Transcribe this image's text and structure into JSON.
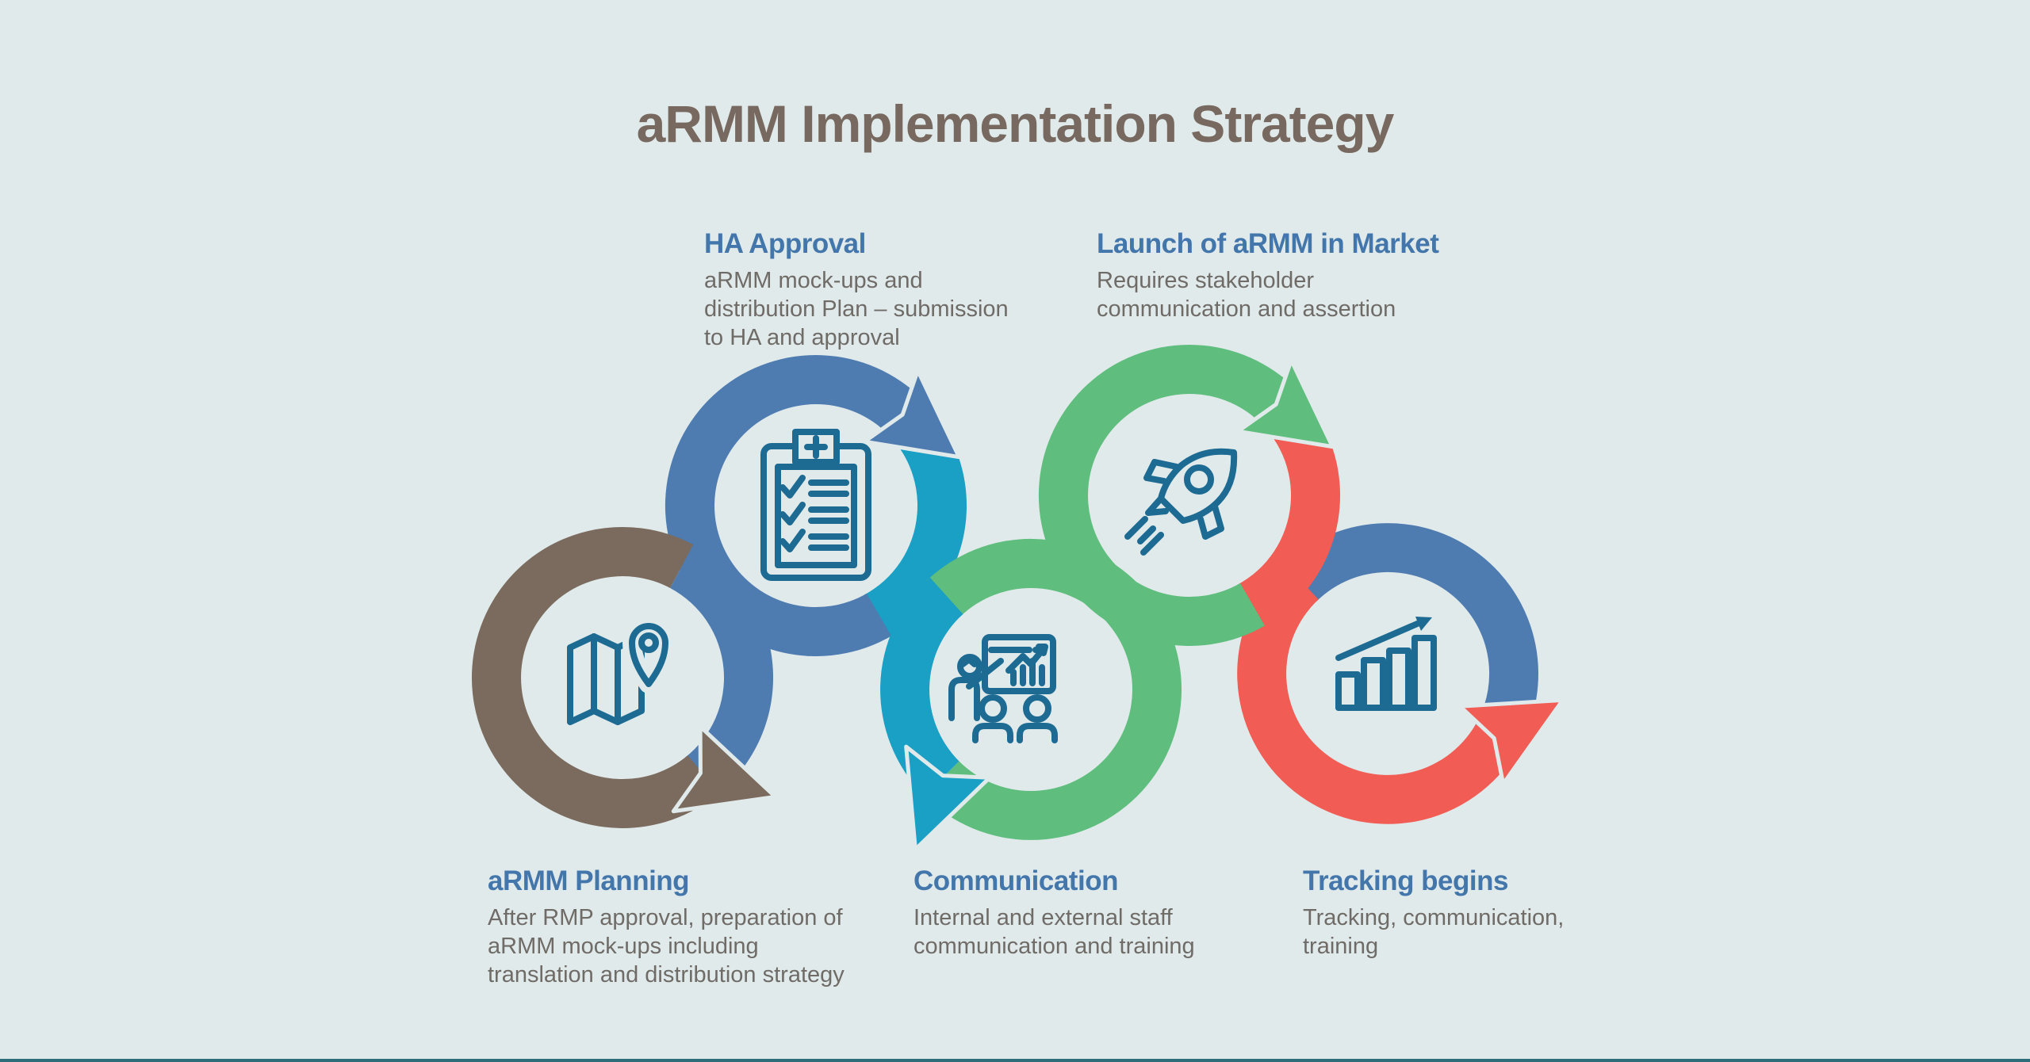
{
  "title": "aRMM Implementation Strategy",
  "colors": {
    "background": "#e1eaeb",
    "title_text": "#77695f",
    "heading_blue": "#4376ab",
    "body_text": "#6f6b67",
    "steel_blue": "#4e7cb0",
    "teal": "#1aa0c4",
    "green": "#5fbe7d",
    "coral_red": "#f15c54",
    "brown": "#7a6b5e",
    "icon_stroke": "#1d6b92",
    "bottom_bar": "#2e6d7a"
  },
  "steps": [
    {
      "name": "aRMM Planning",
      "description": "After RMP approval, preparation of\naRMM mock-ups including\ntranslation and distribution strategy",
      "icon": "map-location-icon",
      "ring_main_color": "brown",
      "ring_secondary_color": "steel_blue",
      "label_position": "bottom"
    },
    {
      "name": "HA Approval",
      "description": "aRMM mock-ups and\ndistribution Plan – submission\nto HA and approval",
      "icon": "clipboard-checklist-icon",
      "ring_main_color": "steel_blue",
      "ring_secondary_color": "teal",
      "label_position": "top"
    },
    {
      "name": "Communication",
      "description": "Internal and external staff\ncommunication and training",
      "icon": "presentation-training-icon",
      "ring_main_color": "teal",
      "ring_secondary_color": "green",
      "label_position": "bottom"
    },
    {
      "name": "Launch of aRMM in Market",
      "description": "Requires stakeholder\ncommunication and assertion",
      "icon": "rocket-icon",
      "ring_main_color": "green",
      "ring_secondary_color": "coral_red",
      "label_position": "top"
    },
    {
      "name": "Tracking begins",
      "description": "Tracking, communication,\ntraining",
      "icon": "bar-chart-growth-icon",
      "ring_main_color": "coral_red",
      "ring_secondary_color": "steel_blue",
      "label_position": "bottom"
    }
  ]
}
